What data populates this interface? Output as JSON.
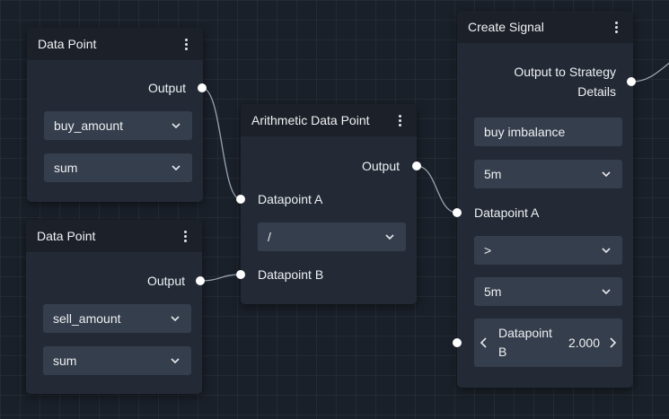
{
  "nodes": {
    "data_point_1": {
      "title": "Data Point",
      "output_label": "Output",
      "field_select": "buy_amount",
      "agg_select": "sum"
    },
    "data_point_2": {
      "title": "Data Point",
      "output_label": "Output",
      "field_select": "sell_amount",
      "agg_select": "sum"
    },
    "arithmetic": {
      "title": "Arithmetic Data Point",
      "output_label": "Output",
      "input_a_label": "Datapoint A",
      "operator_select": "/",
      "input_b_label": "Datapoint B"
    },
    "create_signal": {
      "title": "Create Signal",
      "output_label_line1": "Output to Strategy",
      "output_label_line2": "Details",
      "name_value": "buy imbalance",
      "timeframe_select": "5m",
      "input_a_label": "Datapoint A",
      "comparator_select": ">",
      "timeframe_b_select": "5m",
      "datapoint_b_label_line1": "Datapoint",
      "datapoint_b_label_line2": "B",
      "datapoint_b_value": "2.000"
    }
  },
  "icons": {
    "menu": "kebab-vertical-icon",
    "select_arrow": "chevron-down-icon",
    "stepper_prev": "chevron-left-icon",
    "stepper_next": "chevron-right-icon"
  },
  "colors": {
    "canvas": "#1a2029",
    "node_body": "#232a36",
    "node_header": "#1b2029",
    "control": "#353e4c",
    "port": "#ffffff",
    "wire": "#9aa3b0"
  }
}
